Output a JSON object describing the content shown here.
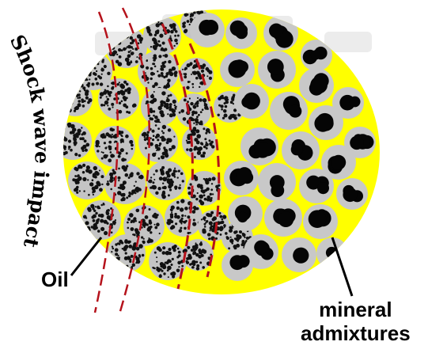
{
  "labels": {
    "shock_wave": "Shock wave impact",
    "oil": "Oil",
    "mineral_line1": "mineral",
    "mineral_line2": "admixtures"
  },
  "colors": {
    "matrix": "#ffff00",
    "oil_particle": "#c4c4c4",
    "mineral_particle": "#c8c8c8",
    "speckle": "#111111",
    "blob": "#050505",
    "wave": "#b5121b",
    "watermark": "#d9d9d9"
  }
}
